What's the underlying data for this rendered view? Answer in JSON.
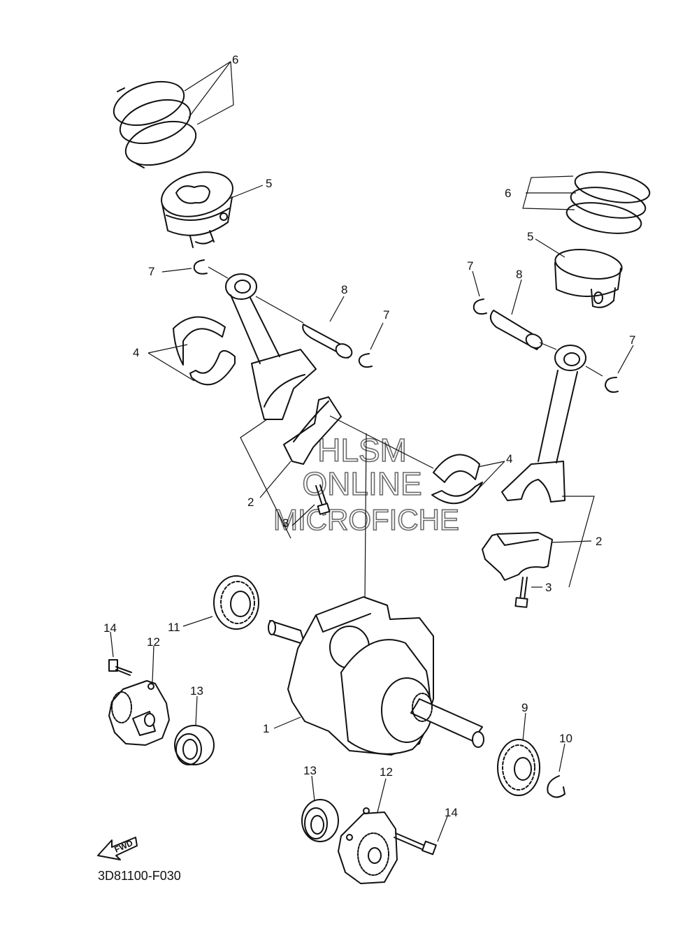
{
  "diagram": {
    "code": "3D81100-F030",
    "watermark": [
      "HLSM",
      "ONLINE",
      "MICROFICHE"
    ],
    "fwd_label": "FWD",
    "callouts": {
      "ring_left": "6",
      "piston_left": "5",
      "clip_left": "7",
      "pin_left": "8",
      "clip_left_b": "7",
      "bearing_left": "4",
      "cap_left": "2",
      "bolt_left": "3",
      "ring_right": "6",
      "piston_right": "5",
      "clip_right_a": "7",
      "pin_right": "8",
      "clip_right_b": "7",
      "bearing_right": "4",
      "cap_right": "2",
      "bolt_right": "3",
      "gear_small": "11",
      "bolt_pump_left": "14",
      "pump_left": "12",
      "bearing_pump_left": "13",
      "crankshaft": "1",
      "gear_right": "9",
      "circlip": "10",
      "bearing_pump_bottom": "13",
      "pump_bottom": "12",
      "bolt_pump_bottom": "14"
    }
  }
}
